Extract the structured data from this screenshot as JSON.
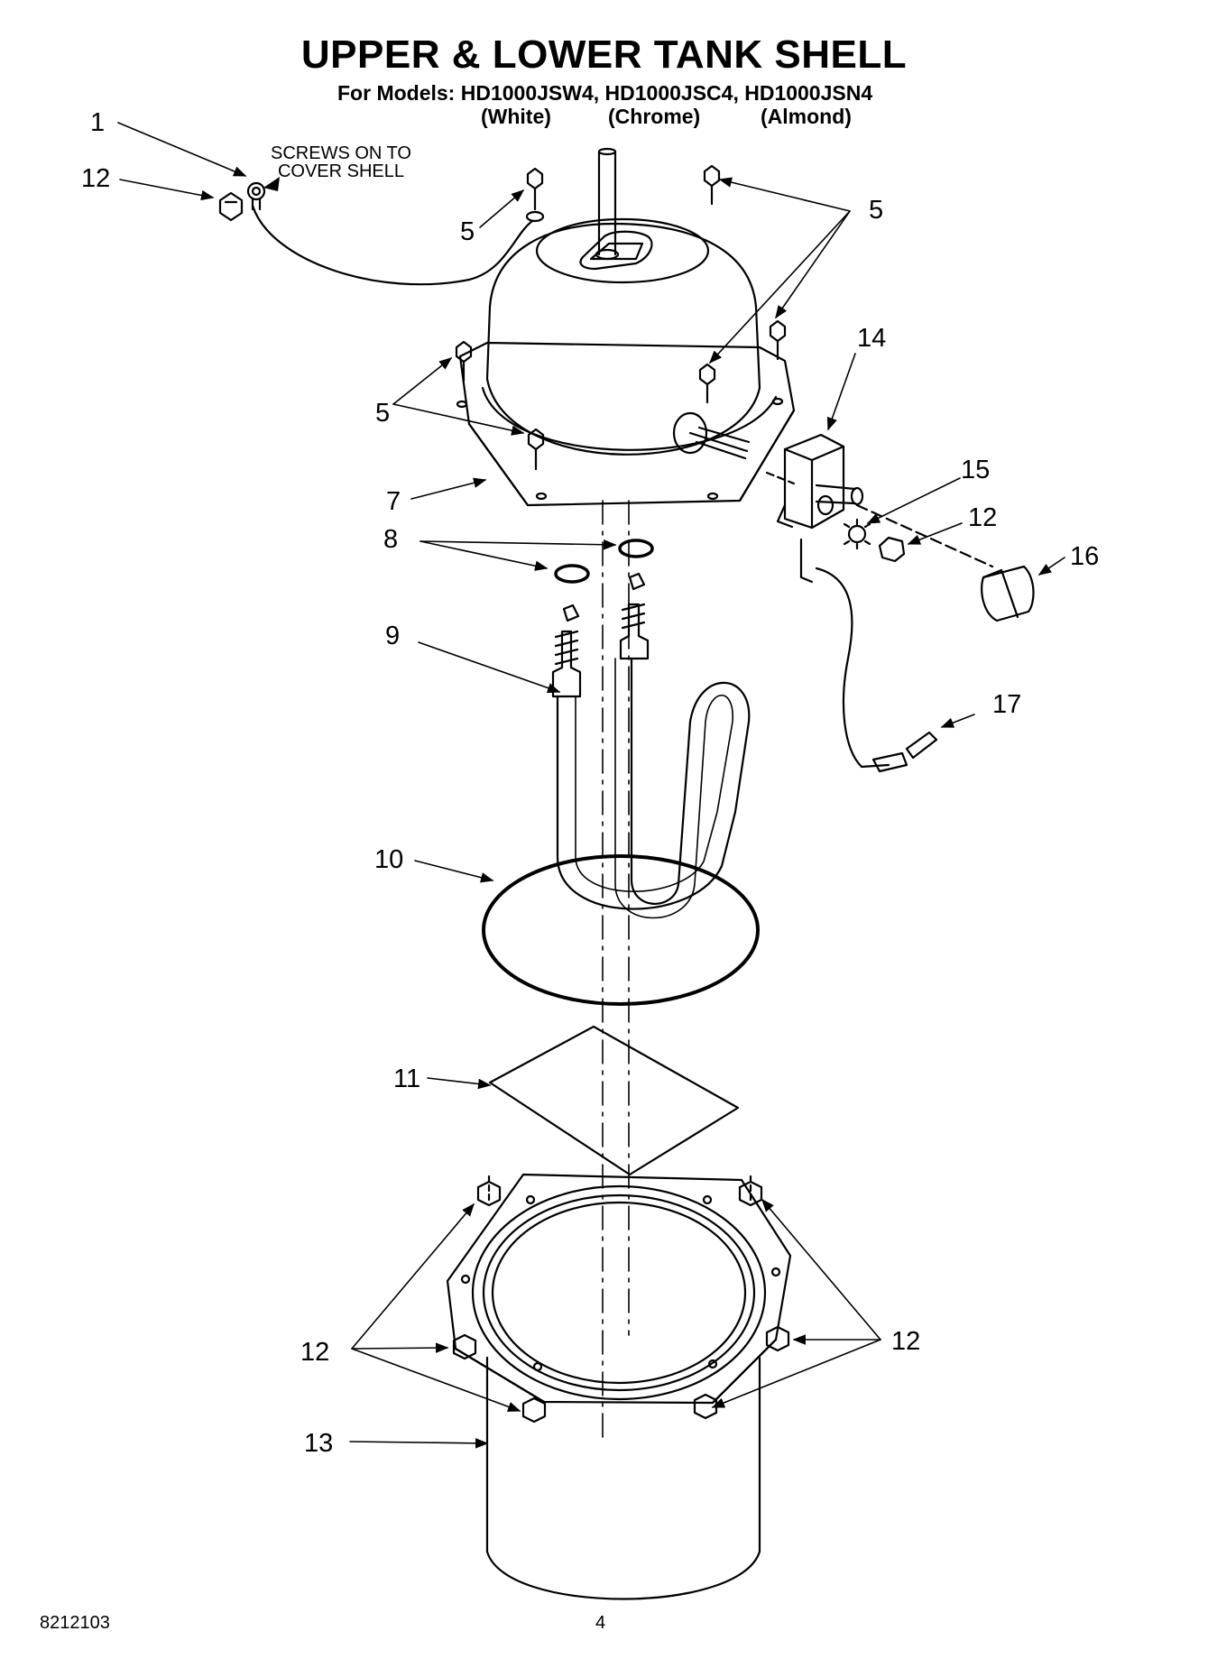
{
  "header": {
    "title": "UPPER & LOWER TANK SHELL",
    "models_line": "For Models: HD1000JSW4, HD1000JSC4, HD1000JSN4",
    "colors": [
      "(White)",
      "(Chrome)",
      "(Almond)"
    ]
  },
  "note": {
    "line1": "SCREWS ON TO",
    "line2": "COVER SHELL"
  },
  "callouts": {
    "c1": "1",
    "c12_top": "12",
    "c5_a": "5",
    "c5_b": "5",
    "c5_c": "5",
    "c14": "14",
    "c15": "15",
    "c12_knob": "12",
    "c16": "16",
    "c7": "7",
    "c8": "8",
    "c9": "9",
    "c17": "17",
    "c10": "10",
    "c11": "11",
    "c12_left": "12",
    "c12_right": "12",
    "c13": "13"
  },
  "footer": {
    "doc_number": "8212103",
    "page_number": "4"
  }
}
